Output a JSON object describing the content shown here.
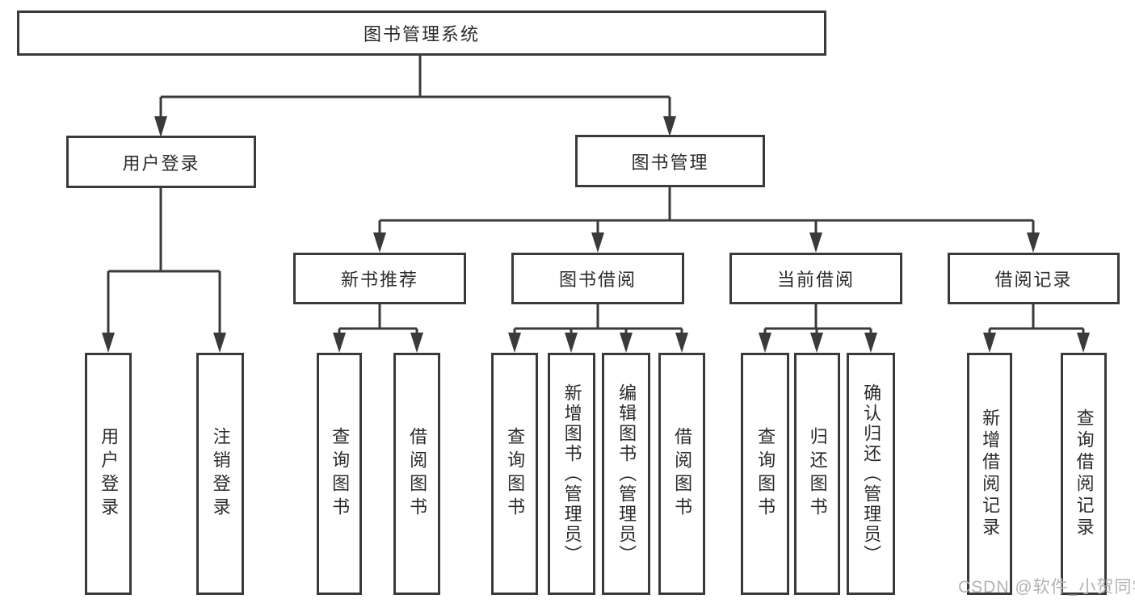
{
  "diagram": {
    "title": "图书管理系统",
    "root": {
      "label": "图书管理系统"
    },
    "branches": {
      "user": {
        "label": "用户登录",
        "children": [
          {
            "label": "用户登录"
          },
          {
            "label": "注销登录"
          }
        ]
      },
      "book": {
        "label": "图书管理",
        "groups": [
          {
            "label": "新书推荐",
            "children": [
              {
                "label": "查询图书"
              },
              {
                "label": "借阅图书"
              }
            ]
          },
          {
            "label": "图书借阅",
            "children": [
              {
                "label": "查询图书"
              },
              {
                "label": "新增图书（管理员）"
              },
              {
                "label": "编辑图书（管理员）"
              },
              {
                "label": "借阅图书"
              }
            ]
          },
          {
            "label": "当前借阅",
            "children": [
              {
                "label": "查询图书"
              },
              {
                "label": "归还图书"
              },
              {
                "label": "确认归还（管理员）"
              }
            ]
          },
          {
            "label": "借阅记录",
            "children": [
              {
                "label": "新增借阅记录"
              },
              {
                "label": "查询借阅记录"
              }
            ]
          }
        ]
      }
    }
  },
  "watermark": {
    "text": "CSDN @软件_小贺同学"
  },
  "colors": {
    "line": "#3a3a3a",
    "text": "#2b2b2b",
    "watermark": "#b2b2b2",
    "background": "#ffffff"
  }
}
